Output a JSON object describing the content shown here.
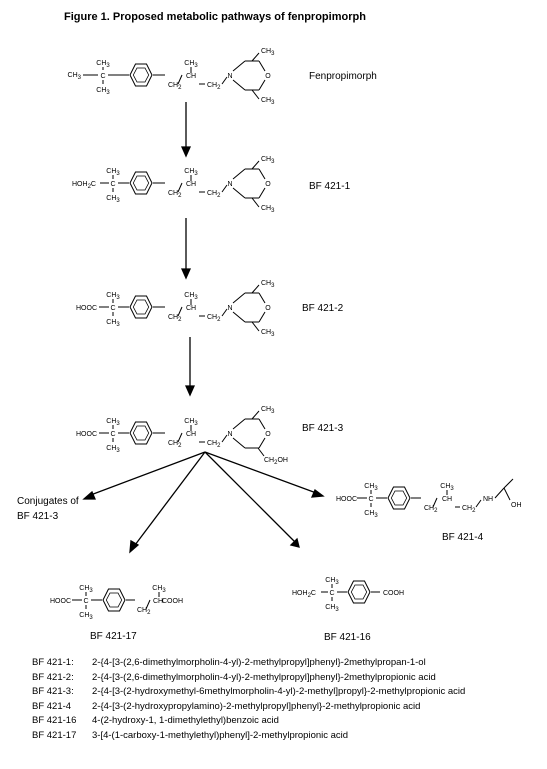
{
  "figure": {
    "title": "Figure 1.  Proposed metabolic pathways of fenpropimorph"
  },
  "compounds": {
    "fenpropimorph": {
      "name": "Fenpropimorph"
    },
    "bf4211": {
      "name": "BF  421-1"
    },
    "bf4212": {
      "name": "BF  421-2"
    },
    "bf4213": {
      "name": "BF  421-3"
    },
    "bf4214": {
      "name": "BF  421-4"
    },
    "bf42117": {
      "name": "BF  421-17"
    },
    "bf42116": {
      "name": "BF  421-16"
    }
  },
  "conjugates": {
    "line1": "Conjugates of",
    "line2": "BF  421-3"
  },
  "structure_text": {
    "ch3": "CH",
    "sub3": "3",
    "ch": "CH",
    "ch2": "CH",
    "sub2": "2",
    "c": "C",
    "n": "N",
    "o": "O",
    "nh": "NH",
    "oh": "OH",
    "hooc": "HOOC",
    "cooh": "COOH",
    "hoh2c_h": "HOH",
    "hoh2c_c": "C",
    "ch2oh": "CH",
    "oh_tail": "OH"
  },
  "legend": [
    {
      "code": "BF 421-1:",
      "text": "2-{4-[3-(2,6-dimethylmorpholin-4-yl)-2-methylpropyl]phenyl}-2methylpropan-1-ol"
    },
    {
      "code": "BF 421-2:",
      "text": "2-{4-[3-(2,6-dimethylmorpholin-4-yl)-2-methylpropyl]phenyl}-2methylpropionic acid"
    },
    {
      "code": "BF 421-3:",
      "text": "2-{4-[3-(2-hydroxymethyl-6methylmorpholin-4-yl)-2-methyl]propyl}-2-methylpropionic acid"
    },
    {
      "code": "BF 421-4",
      "text": "2-{4-[3-(2-hydroxypropylamino)-2-methylpropyl]phenyl}-2-methylpropionic acid"
    },
    {
      "code": "BF 421-16",
      "text": "4-(2-hydroxy-1, 1-dimethylethyl)benzoic acid"
    },
    {
      "code": "BF 421-17",
      "text": "3-[4-(1-carboxy-1-methylethyl)phenyl]-2-methylpropionic acid"
    }
  ]
}
